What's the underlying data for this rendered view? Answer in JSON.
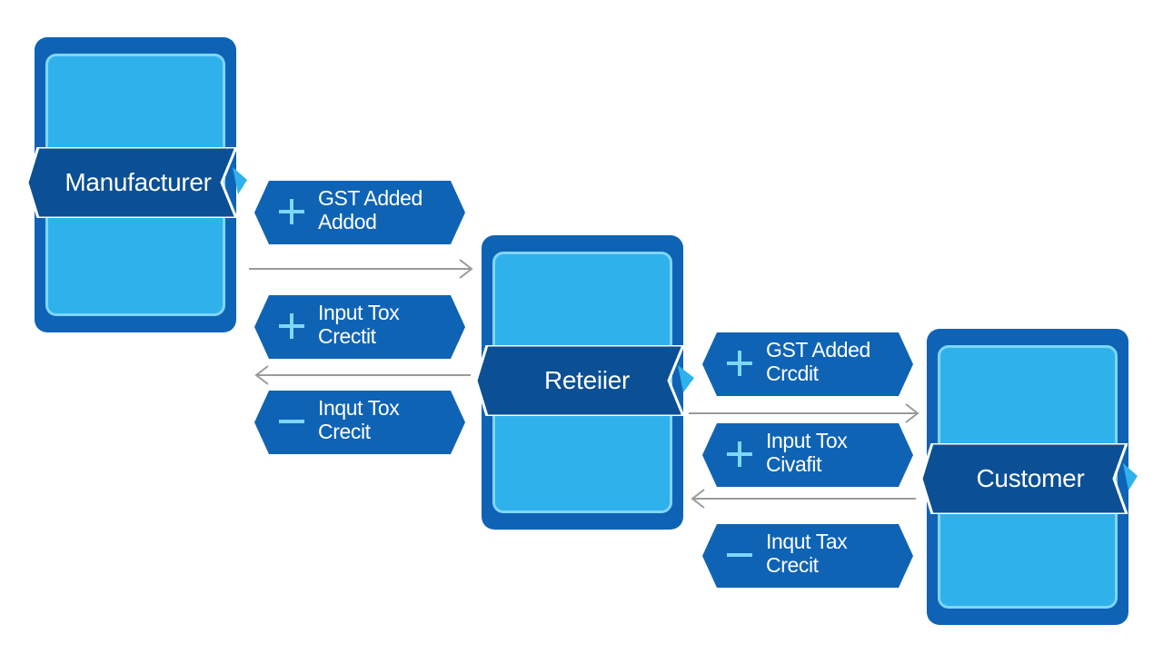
{
  "entities": {
    "manufacturer": "Manufacturer",
    "retailer": "Reteiier",
    "customer": "Customer"
  },
  "flows": [
    {
      "sign": "plus",
      "line1": "GST Added",
      "line2": "Addod"
    },
    {
      "sign": "plus",
      "line1": "Input Tox",
      "line2": "Crectit"
    },
    {
      "sign": "minus",
      "line1": "Inqut Tox",
      "line2": "Crecit"
    },
    {
      "sign": "plus",
      "line1": "GST Added",
      "line2": "Crcdit"
    },
    {
      "sign": "plus",
      "line1": "Input Tox",
      "line2": "Civafit"
    },
    {
      "sign": "minus",
      "line1": "Inqut Tax",
      "line2": "Crecit"
    }
  ],
  "colors": {
    "dark_blue": "#0f63b4",
    "light_blue": "#2fb1ec",
    "banner_blue": "#0b4f94",
    "arrow_gray": "#9a9a9a"
  }
}
